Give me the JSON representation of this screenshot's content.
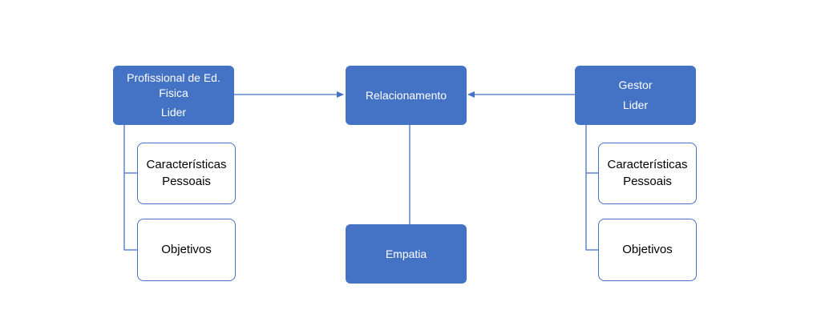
{
  "colors": {
    "node_fill": "#4472c4",
    "node_text": "#ffffff",
    "sub_border": "#4472c4",
    "connector": "#4472c4"
  },
  "nodes": {
    "left_main": {
      "lines": [
        "Profissional de Ed.",
        "Fisica",
        "Lider"
      ]
    },
    "left_caracteristicas": {
      "lines": [
        "Características",
        "Pessoais"
      ]
    },
    "left_objetivos": {
      "lines": [
        "Objetivos"
      ]
    },
    "center_main": {
      "lines": [
        "Relacionamento"
      ]
    },
    "center_empatia": {
      "lines": [
        "Empatia"
      ]
    },
    "right_main": {
      "lines": [
        "Gestor",
        "Lider"
      ]
    },
    "right_caracteristicas": {
      "lines": [
        "Características",
        "Pessoais"
      ]
    },
    "right_objetivos": {
      "lines": [
        "Objetivos"
      ]
    }
  },
  "edges": [
    {
      "from": "left_main",
      "to": "center_main",
      "arrow": true
    },
    {
      "from": "right_main",
      "to": "center_main",
      "arrow": true
    },
    {
      "from": "center_main",
      "to": "center_empatia",
      "arrow": false
    },
    {
      "from": "left_main",
      "to": "left_caracteristicas",
      "arrow": false
    },
    {
      "from": "left_main",
      "to": "left_objetivos",
      "arrow": false
    },
    {
      "from": "right_main",
      "to": "right_caracteristicas",
      "arrow": false
    },
    {
      "from": "right_main",
      "to": "right_objetivos",
      "arrow": false
    }
  ]
}
